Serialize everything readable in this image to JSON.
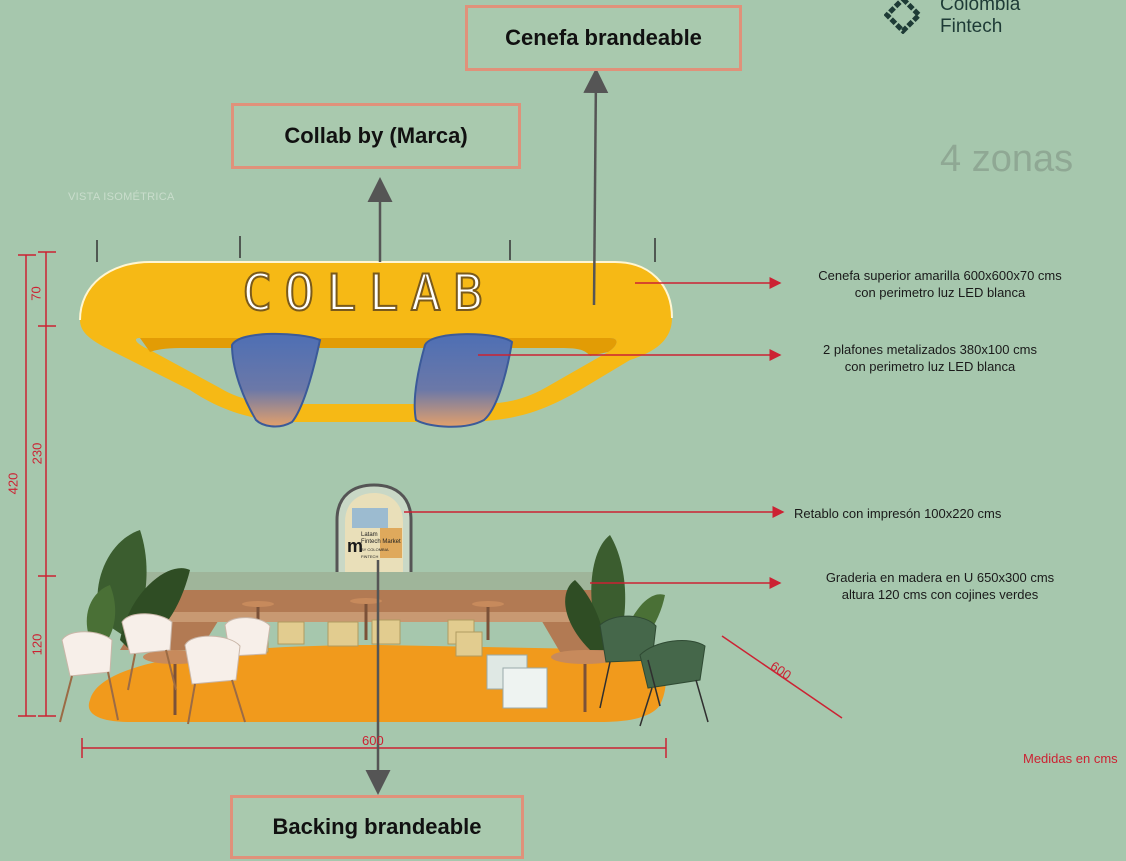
{
  "brand": {
    "name_line1": "Colombia",
    "name_line2": "Fintech",
    "logo_icon": "diamond-pixel-logo-icon"
  },
  "title_zonas": "4 zonas",
  "view_label": "VISTA ISOMÉTRICA",
  "callout_boxes": {
    "cenefa": "Cenefa brandeable",
    "collab": "Collab by (Marca)",
    "backing": "Backing brandeable"
  },
  "sign_text": "COLLAB",
  "annotations": [
    {
      "line1": "Cenefa superior amarilla 600x600x70 cms",
      "line2": "con perimetro luz LED blanca"
    },
    {
      "line1": "2 plafones metalizados 380x100 cms",
      "line2": "con perimetro luz LED blanca"
    },
    {
      "line1": "Retablo con impresón 100x220 cms",
      "line2": ""
    },
    {
      "line1": "Graderia en madera en U 650x300 cms",
      "line2": "altura 120 cms con cojines verdes"
    }
  ],
  "dimensions": {
    "total_height": "420",
    "seg_top": "70",
    "seg_mid": "230",
    "seg_bottom": "120",
    "width": "600",
    "depth": "600"
  },
  "panel_text": {
    "line1": "Latam",
    "line2": "Fintech Market",
    "line3": "BY COLOMBIA FINTECH"
  },
  "units_note": "Medidas en cms",
  "colors": {
    "background": "#a6c7ad",
    "accent_yellow": "#f6b915",
    "box_border": "#e0917a",
    "dimension_red": "#cc2233",
    "floor_orange": "#f19a1c"
  }
}
